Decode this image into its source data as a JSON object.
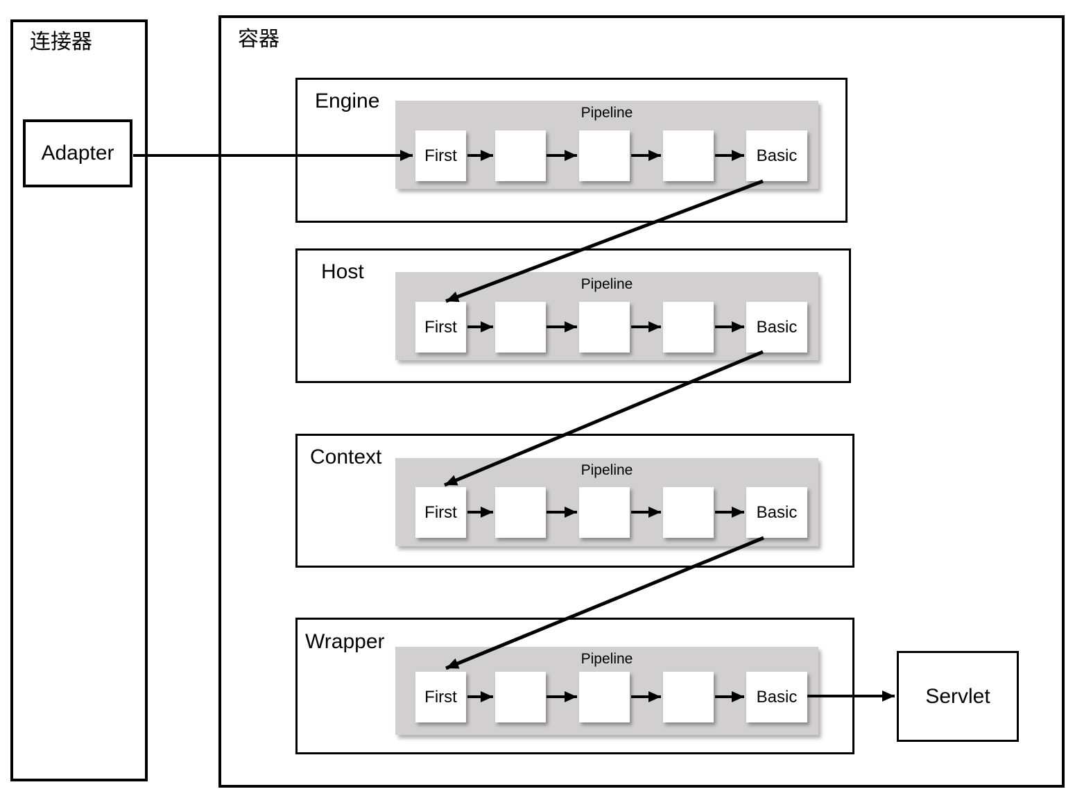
{
  "connector": {
    "label": "连接器",
    "adapter": "Adapter"
  },
  "container": {
    "label": "容器",
    "sections": [
      {
        "name": "Engine",
        "pipeline": "Pipeline",
        "first": "First",
        "basic": "Basic"
      },
      {
        "name": "Host",
        "pipeline": "Pipeline",
        "first": "First",
        "basic": "Basic"
      },
      {
        "name": "Context",
        "pipeline": "Pipeline",
        "first": "First",
        "basic": "Basic"
      },
      {
        "name": "Wrapper",
        "pipeline": "Pipeline",
        "first": "First",
        "basic": "Basic"
      }
    ],
    "servlet": "Servlet"
  },
  "colors": {
    "pipeline_background": "#d1cfcf",
    "line": "#000000",
    "background": "#ffffff"
  }
}
